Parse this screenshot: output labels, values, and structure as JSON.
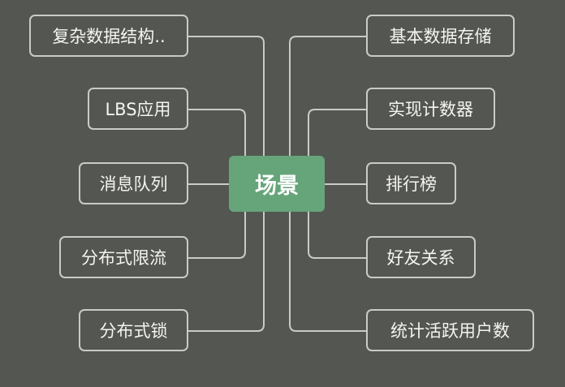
{
  "center": "场景",
  "left": [
    "复杂数据结构..",
    "LBS应用",
    "消息队列",
    "分布式限流",
    "分布式锁"
  ],
  "right": [
    "基本数据存储",
    "实现计数器",
    "排行榜",
    "好友关系",
    "统计活跃用户数"
  ],
  "colors": {
    "background": "#545651",
    "center": "#66a57a",
    "line": "#c9cbc7"
  }
}
